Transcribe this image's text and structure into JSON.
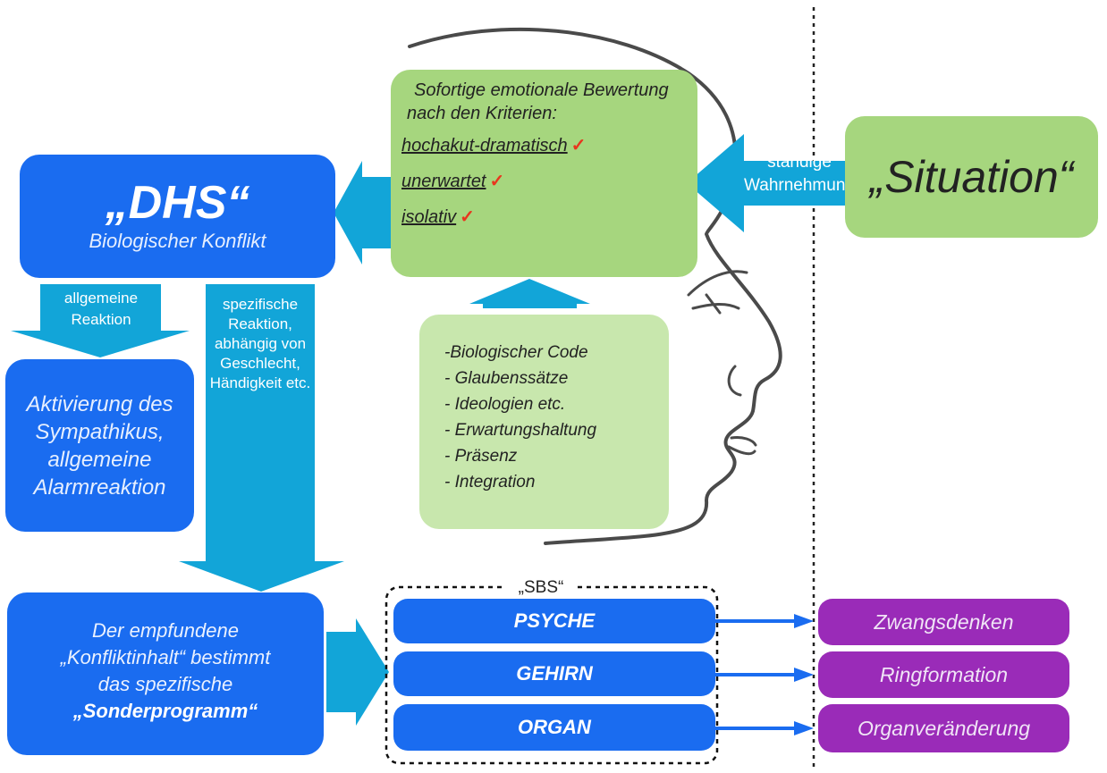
{
  "emotional_box": {
    "heading": "Sofortige emotionale Bewertung nach den Kriterien:",
    "criteria": [
      {
        "label": "hochakut-dramatisch",
        "mark": "✓"
      },
      {
        "label": "unerwartet",
        "mark": "✓"
      },
      {
        "label": "isolativ",
        "mark": "✓"
      }
    ]
  },
  "situation": {
    "label": "„Situation“",
    "arrow_label": "ständige Wahrnehmung"
  },
  "dhs": {
    "title": "„DHS“",
    "subtitle": "Biologischer Konflikt"
  },
  "general_reaction": {
    "arrow_label": "allgemeine Reaktion",
    "box_text": "Aktivierung des Sympathikus, allgemeine Alarmreaktion"
  },
  "specific_reaction": {
    "arrow_label": "spezifische Reaktion, abhängig von Geschlecht, Händigkeit etc."
  },
  "factors": {
    "items": [
      "-Biologischer Code",
      "- Glaubenssätze",
      "- Ideologien etc.",
      "- Erwartungshaltung",
      "- Präsenz",
      "- Integration"
    ]
  },
  "conflict_content": {
    "line1": "Der empfundene",
    "line2": "„Konfliktinhalt“ bestimmt",
    "line3": "das spezifische",
    "line4": "„Sonderprogramm“"
  },
  "sbs": {
    "label": "„SBS“",
    "levels": [
      "PSYCHE",
      "GEHIRN",
      "ORGAN"
    ]
  },
  "outcomes": [
    "Zwangsdenken",
    "Ringformation",
    "Organveränderung"
  ],
  "colors": {
    "blue": "#1a6cf0",
    "arrow": "#12a5d8",
    "green": "#a6d67e",
    "light_green": "#c8e7ad",
    "purple": "#9a2bb8",
    "check": "#e8361e"
  }
}
